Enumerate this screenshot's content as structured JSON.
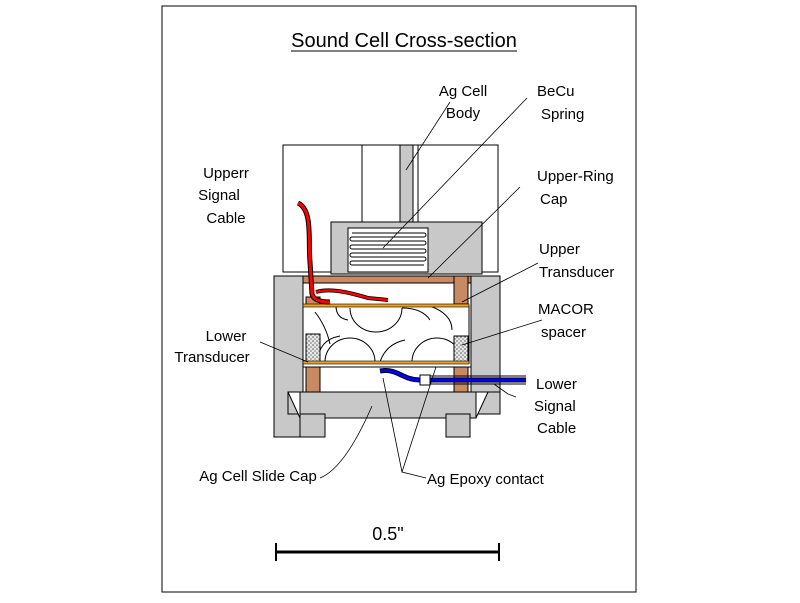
{
  "title": "Sound Cell Cross-section",
  "labels": {
    "ag_cell_body": [
      "Ag Cell",
      "Body"
    ],
    "becu_spring": [
      "BeCu",
      "Spring"
    ],
    "upper_signal_cable": [
      "Upperr",
      "Signal",
      "Cable"
    ],
    "upper_ring_cap": [
      "Upper-Ring",
      "Cap"
    ],
    "upper_transducer": [
      "Upper",
      "Transducer"
    ],
    "macor_spacer": [
      "MACOR",
      "spacer"
    ],
    "lower_transducer": [
      "Lower",
      "Transducer"
    ],
    "lower_signal_cable": [
      "Lower",
      "Signal",
      "Cable"
    ],
    "ag_cell_slide_cap": "Ag Cell Slide Cap",
    "ag_epoxy_contact": "Ag Epoxy contact",
    "scale_bar": "0.5\""
  },
  "colors": {
    "ag_body": "#c8c8c8",
    "ring_cap": "#c88a62",
    "transducer": "#f0a020",
    "upper_cable": "#ff0000",
    "lower_cable": "#0000ff",
    "upper_label": "#ff0000",
    "lower_label": "#0000cc"
  }
}
